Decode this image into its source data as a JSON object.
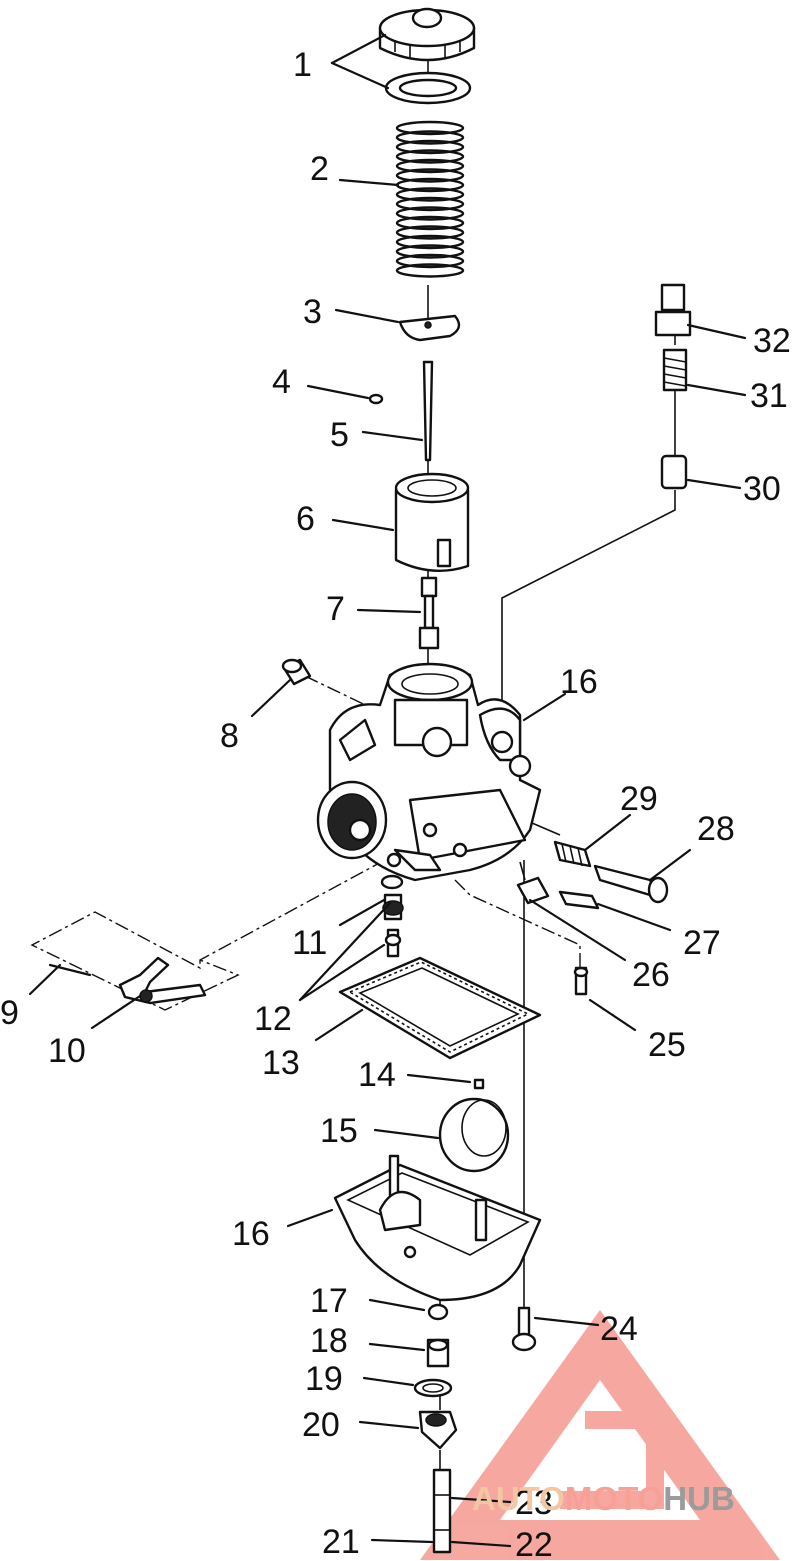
{
  "callouts": [
    {
      "id": "1",
      "label": "1"
    },
    {
      "id": "2",
      "label": "2"
    },
    {
      "id": "3",
      "label": "3"
    },
    {
      "id": "4",
      "label": "4"
    },
    {
      "id": "5",
      "label": "5"
    },
    {
      "id": "6",
      "label": "6"
    },
    {
      "id": "7",
      "label": "7"
    },
    {
      "id": "8",
      "label": "8"
    },
    {
      "id": "9",
      "label": "9"
    },
    {
      "id": "10",
      "label": "10"
    },
    {
      "id": "11",
      "label": "11"
    },
    {
      "id": "12",
      "label": "12"
    },
    {
      "id": "13",
      "label": "13"
    },
    {
      "id": "14",
      "label": "14"
    },
    {
      "id": "15",
      "label": "15"
    },
    {
      "id": "16a",
      "label": "16"
    },
    {
      "id": "16b",
      "label": "16"
    },
    {
      "id": "17",
      "label": "17"
    },
    {
      "id": "18",
      "label": "18"
    },
    {
      "id": "19",
      "label": "19"
    },
    {
      "id": "20",
      "label": "20"
    },
    {
      "id": "21",
      "label": "21"
    },
    {
      "id": "22",
      "label": "22"
    },
    {
      "id": "23",
      "label": "23"
    },
    {
      "id": "24",
      "label": "24"
    },
    {
      "id": "25",
      "label": "25"
    },
    {
      "id": "26",
      "label": "26"
    },
    {
      "id": "27",
      "label": "27"
    },
    {
      "id": "28",
      "label": "28"
    },
    {
      "id": "29",
      "label": "29"
    },
    {
      "id": "30",
      "label": "30"
    },
    {
      "id": "31",
      "label": "31"
    },
    {
      "id": "32",
      "label": "32"
    }
  ],
  "watermark": {
    "part1": "AUTO",
    "part2": "MOTO",
    "part3": "HUB",
    "colors": {
      "auto": "#f2c7a2",
      "moto": "#f7a096",
      "hub": "#9b9b9b",
      "logo": "#f59a90"
    }
  }
}
